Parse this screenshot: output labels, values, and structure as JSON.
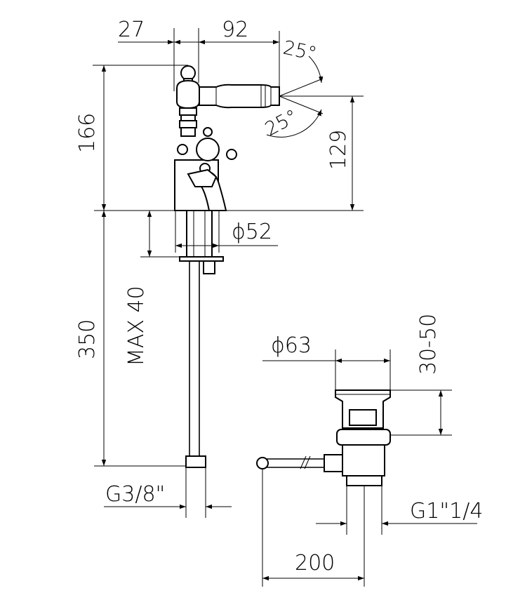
{
  "dimensions": {
    "d27": "27",
    "d92": "92",
    "d166": "166",
    "d129": "129",
    "angle_top": "25°",
    "angle_bottom": "25°",
    "d52": "ϕ52",
    "max40": "MAX 40",
    "d350": "350",
    "g38": "G3/8\"",
    "d63": "ϕ63",
    "d3050": "30-50",
    "g114": "G1\"1/4",
    "d200": "200"
  }
}
